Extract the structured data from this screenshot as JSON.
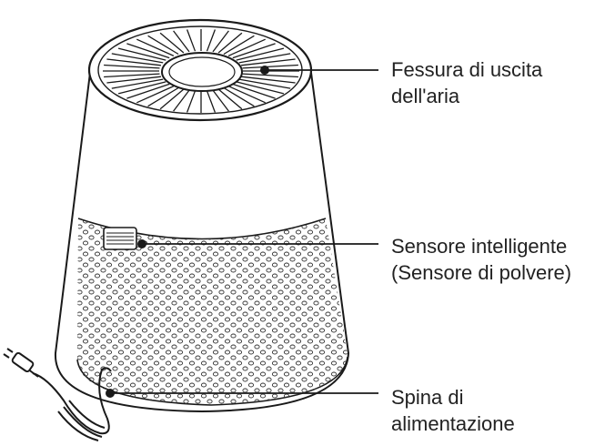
{
  "callouts": {
    "air_outlet": {
      "line1": "Fessura di uscita",
      "line2": "dell'aria"
    },
    "smart_sensor": {
      "line1": "Sensore intelligente",
      "line2": "(Sensore di polvere)"
    },
    "power_plug": {
      "line1": "Spina di",
      "line2": "alimentazione"
    }
  },
  "colors": {
    "stroke": "#1a1a1a",
    "text": "#222222",
    "background": "#ffffff"
  }
}
